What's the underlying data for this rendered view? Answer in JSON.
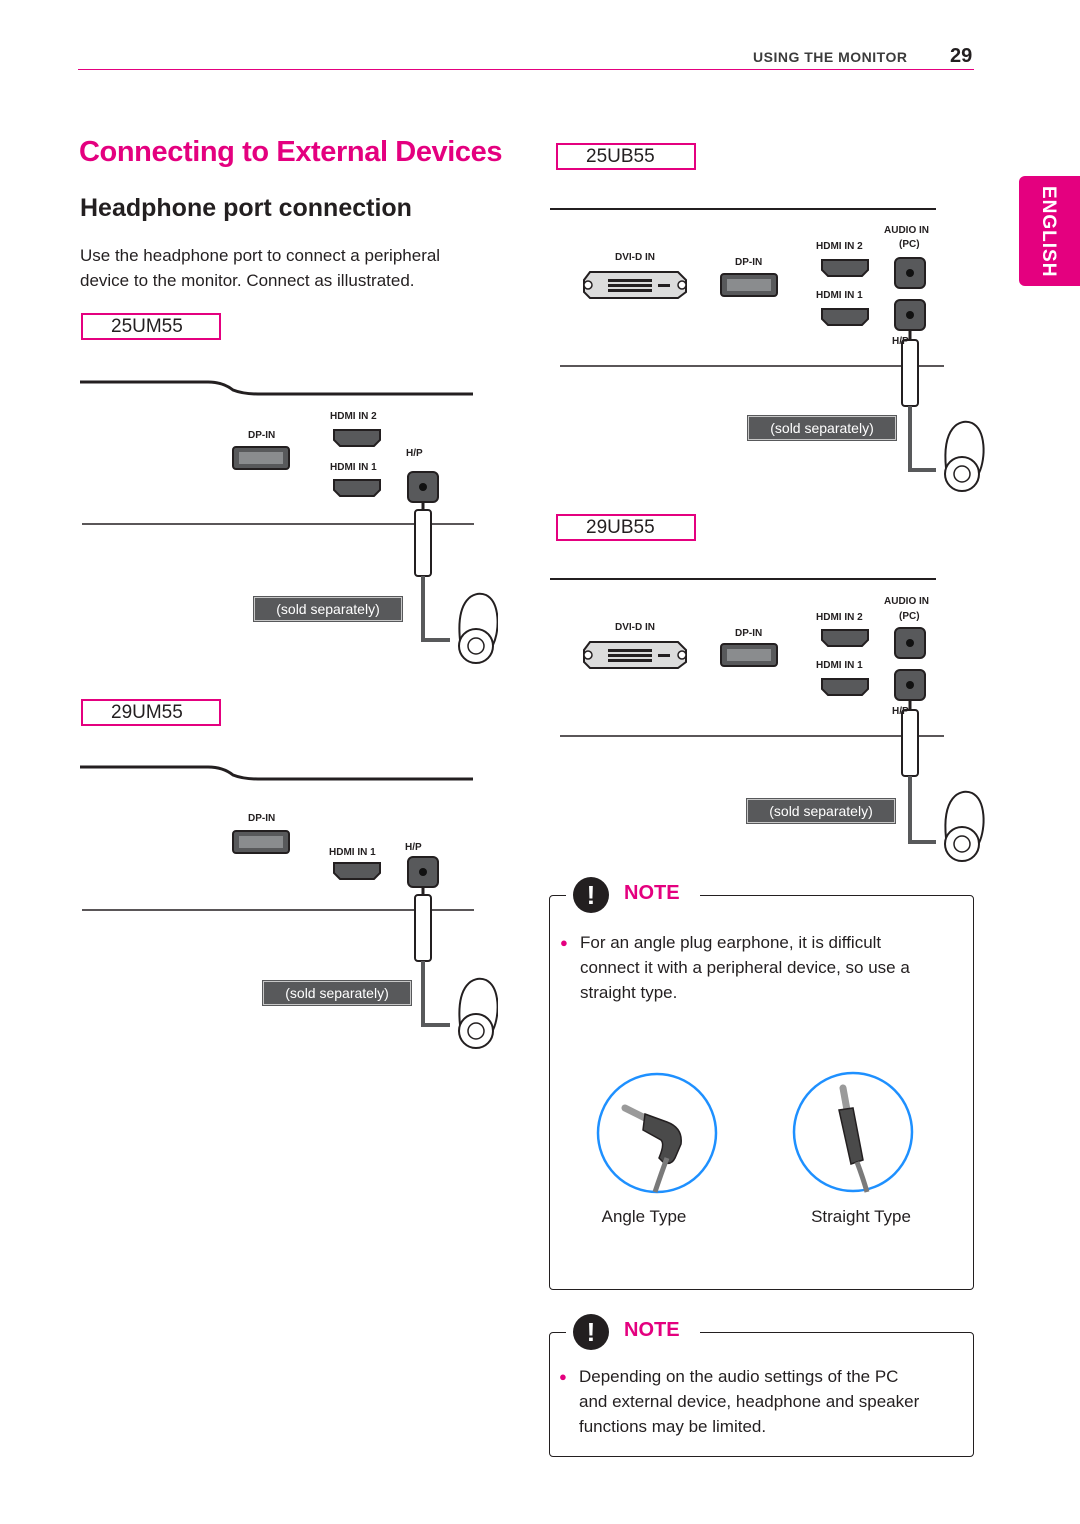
{
  "header": {
    "section": "USING THE MONITOR",
    "page_number": "29"
  },
  "side_tab": {
    "label": "ENGLISH"
  },
  "main": {
    "title": "Connecting to External Devices",
    "subtitle": "Headphone port connection",
    "intro_line1": "Use the headphone port to connect a peripheral",
    "intro_line2": "device to the monitor. Connect as illustrated."
  },
  "models": {
    "m25um55": {
      "name": "25UM55",
      "ports": {
        "hdmi2": "HDMI IN 2",
        "dp": "DP-IN",
        "hp": "H/P",
        "hdmi1": "HDMI IN 1"
      },
      "sold_tag": "(sold separately)"
    },
    "m29um55": {
      "name": "29UM55",
      "ports": {
        "dp": "DP-IN",
        "hdmi1": "HDMI IN 1",
        "hp": "H/P"
      },
      "sold_tag": "(sold separately)"
    },
    "m25ub55": {
      "name": "25UB55",
      "ports": {
        "audio": "AUDIO IN",
        "pc": "(PC)",
        "hdmi2": "HDMI IN 2",
        "dvi": "DVI-D IN",
        "dp": "DP-IN",
        "hdmi1": "HDMI IN 1",
        "hp": "H/P"
      },
      "sold_tag": "(sold separately)"
    },
    "m29ub55": {
      "name": "29UB55",
      "ports": {
        "audio": "AUDIO IN",
        "pc": "(PC)",
        "hdmi2": "HDMI IN 2",
        "dvi": "DVI-D IN",
        "dp": "DP-IN",
        "hdmi1": "HDMI IN 1",
        "hp": "H/P"
      },
      "sold_tag": "(sold separately)"
    }
  },
  "note1": {
    "title": "NOTE",
    "line1": "For an angle plug earphone, it is difficult",
    "line2": "connect it with a peripheral device, so use a",
    "line3": "straight type.",
    "angle_caption": "Angle Type",
    "straight_caption": "Straight Type"
  },
  "note2": {
    "title": "NOTE",
    "line1": "Depending on the audio settings of the PC",
    "line2": "and external device, headphone and speaker",
    "line3": "functions may be limited."
  },
  "colors": {
    "accent": "#e4007f",
    "text": "#231f20",
    "tag_bg": "#58595b",
    "circle": "#1e90ff"
  }
}
